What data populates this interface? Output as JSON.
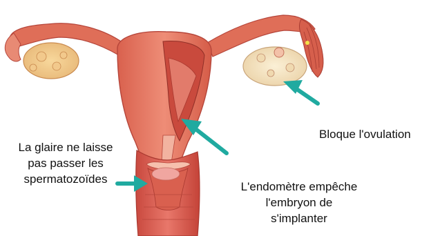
{
  "colors": {
    "arrow": "#20aaa0",
    "tissue": "#e2745f",
    "tissue_dark": "#b5453a",
    "ovary": "#f4e0c0",
    "background": "#ffffff"
  },
  "labels": {
    "ovulation": {
      "line1": "Bloque l'ovulation"
    },
    "glaire": {
      "line1": "La glaire ne laisse",
      "line2": "pas passer les",
      "line3": "spermatozoïdes"
    },
    "endometre": {
      "line1": "L'endomètre empêche",
      "line2": "l'embryon de",
      "line3": "s'implanter"
    }
  }
}
